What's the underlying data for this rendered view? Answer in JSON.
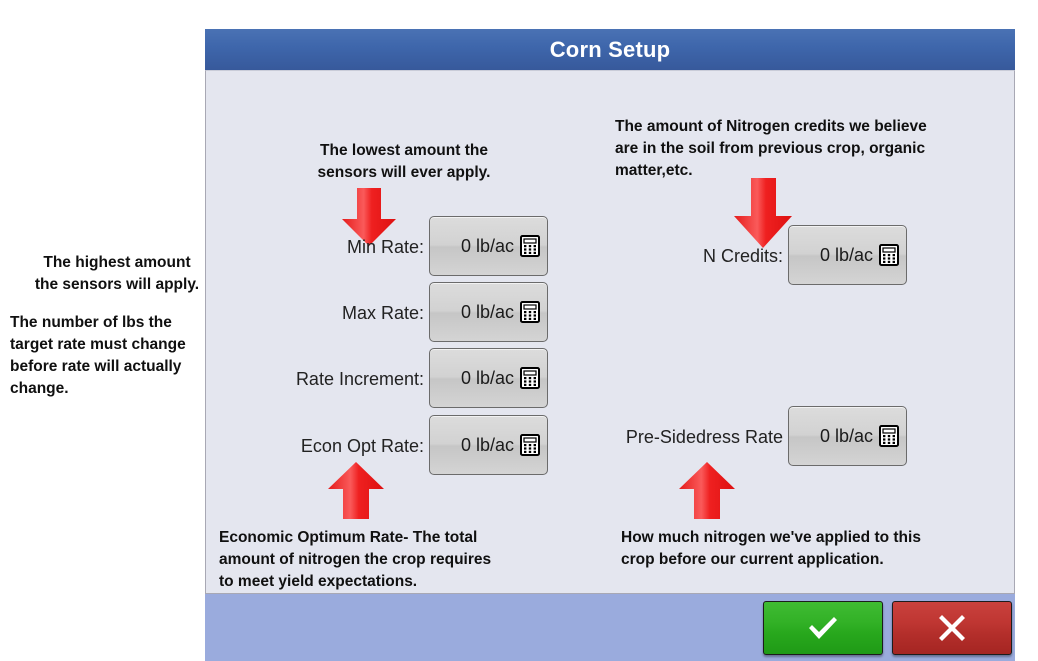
{
  "window": {
    "title": "Corn Setup",
    "title_bg": "#3e66ab",
    "panel_bg": "#e4e6ef",
    "footer_bg": "#9aabdd"
  },
  "fields": {
    "left": [
      {
        "label": "Min Rate:",
        "value": "0 lb/ac",
        "name": "min-rate",
        "icon": "calculator-icon"
      },
      {
        "label": "Max Rate:",
        "value": "0 lb/ac",
        "name": "max-rate",
        "icon": "calculator-icon"
      },
      {
        "label": "Rate Increment:",
        "value": "0 lb/ac",
        "name": "rate-increment",
        "icon": "calculator-icon"
      },
      {
        "label": "Econ Opt Rate:",
        "value": "0 lb/ac",
        "name": "econ-opt-rate",
        "icon": "calculator-icon"
      }
    ],
    "right": [
      {
        "label": "N Credits:",
        "value": "0 lb/ac",
        "name": "n-credits",
        "icon": "calculator-icon"
      },
      {
        "label": "Pre-Sidedress Rate",
        "value": "0 lb/ac",
        "name": "pre-sidedress-rate",
        "icon": "calculator-icon"
      }
    ]
  },
  "annotations": {
    "min_rate": "The lowest amount the\nsensors will ever apply.",
    "max_rate": "The highest amount\nthe sensors will apply.",
    "rate_increment": "The number of lbs the\ntarget rate must change\nbefore rate will actually\nchange.",
    "n_credits": "The amount of Nitrogen credits we believe\nare in the soil from previous crop, organic\nmatter,etc.",
    "econ_opt_rate": "Economic Optimum Rate- The total\namount of nitrogen the crop requires\nto meet  yield expectations.",
    "pre_sidedress": "How much nitrogen we've applied to this\ncrop before our current application.",
    "arrow_color": "#ee2222"
  },
  "footer": {
    "accept_label": "check-mark",
    "cancel_label": "x-mark",
    "accept_color": "#2eac22",
    "cancel_color": "#b8302c"
  }
}
